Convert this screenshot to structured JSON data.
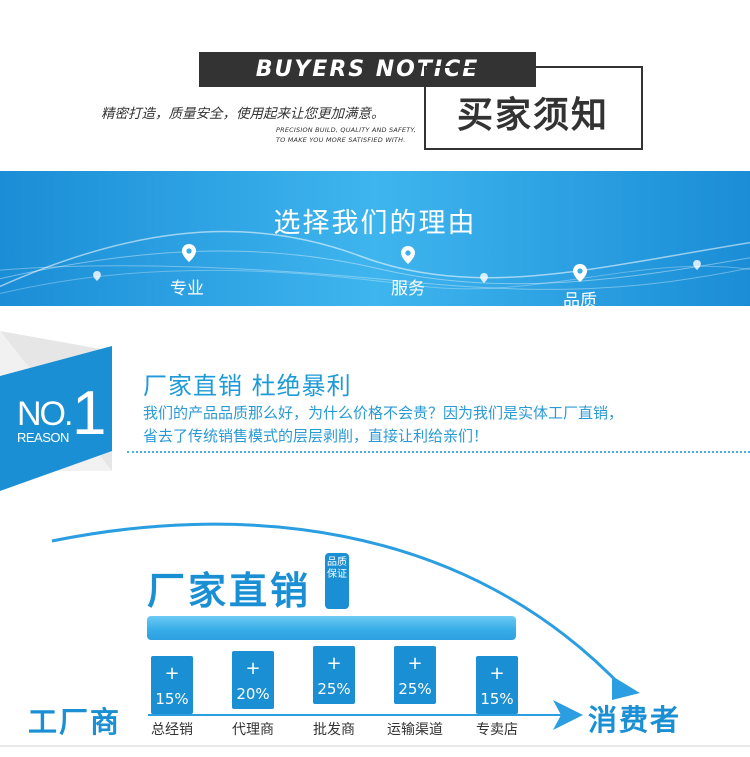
{
  "header": {
    "notice_en": "BUYERS NOTICE",
    "notice_zh": "买家须知",
    "slogan_zh": "精密打造，质量安全，使用起来让您更加满意。",
    "slogan_en_1": "PRECISION BUILD, QUALITY AND SAFETY,",
    "slogan_en_2": "TO MAKE YOU MORE SATISFIED WITH."
  },
  "banner": {
    "title": "选择我们的理由",
    "points": [
      "专业",
      "服务",
      "品质"
    ]
  },
  "reason": {
    "no": "NO.",
    "label": "REASON",
    "number": "1",
    "title": "厂家直销 杜绝暴利",
    "text_1": "我们的产品品质那么好，为什么价格不会贵？因为我们是实体工厂直销，",
    "text_2": "省去了传统销售模式的层层剥削，直接让利给亲们！"
  },
  "diagram": {
    "title": "厂家直销",
    "badge": "品质保证",
    "start": "工厂商",
    "end": "消费者",
    "stages": [
      {
        "plus": "+",
        "pct": "15%",
        "label": "总经销"
      },
      {
        "plus": "+",
        "pct": "20%",
        "label": "代理商"
      },
      {
        "plus": "+",
        "pct": "25%",
        "label": "批发商"
      },
      {
        "plus": "+",
        "pct": "25%",
        "label": "运输渠道"
      },
      {
        "plus": "+",
        "pct": "15%",
        "label": "专卖店"
      }
    ]
  },
  "colors": {
    "brand_blue": "#1a8fd4",
    "dark": "#333333"
  }
}
